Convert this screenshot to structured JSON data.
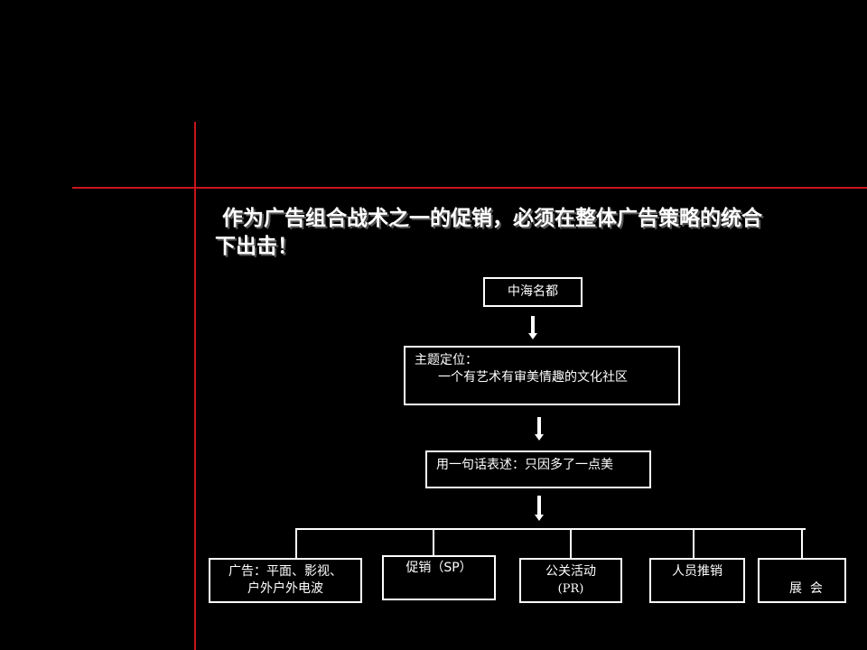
{
  "headline": {
    "line1": "作为广告组合战术之一的促销，必须在整体广告策略的统合",
    "line2": "下出击！"
  },
  "nodes": {
    "root": "中海名都",
    "positioning_label": "主题定位：",
    "positioning_text": "一个有艺术有审美情趣的文化社区",
    "slogan": "用一句话表述：只因多了一点美",
    "ad_line1": "广告：平面、影视、",
    "ad_line2": "户外户外电波",
    "promo": "促销（SP）",
    "pr_line1": "公关活动",
    "pr_line2": "(PR)",
    "sales": "人员推销",
    "expo": "展  会"
  },
  "colors": {
    "accent_line": "#c8161d",
    "background": "#000000",
    "foreground": "#ffffff"
  }
}
